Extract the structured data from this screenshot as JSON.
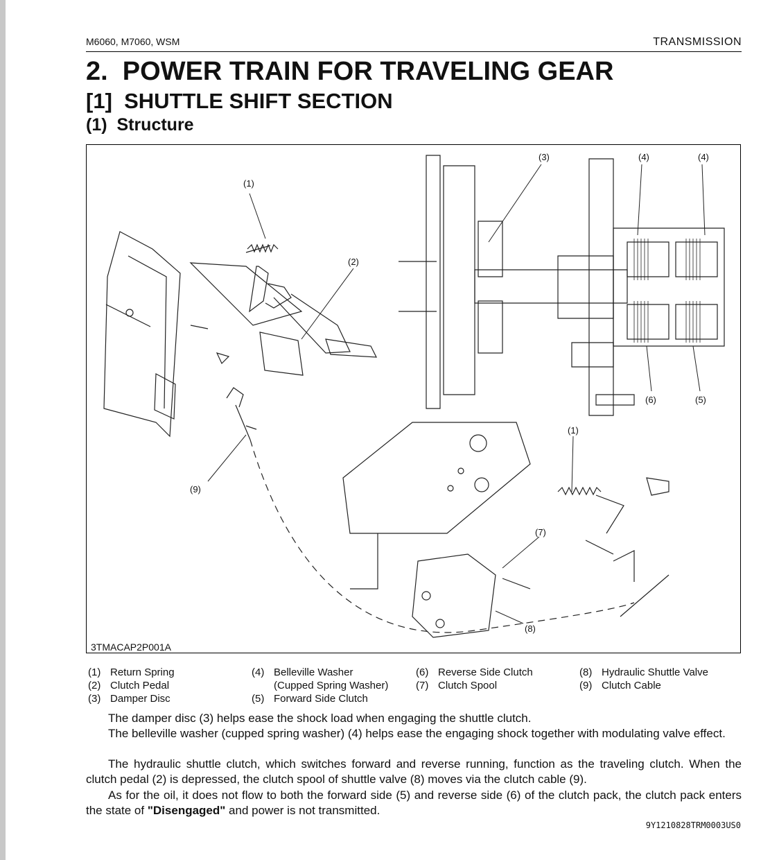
{
  "header": {
    "models": "M6060, M7060, WSM",
    "section": "TRANSMISSION"
  },
  "headings": {
    "h1": "2.  POWER TRAIN FOR TRAVELING GEAR",
    "h2": "[1]  SHUTTLE SHIFT SECTION",
    "h3": "(1)  Structure"
  },
  "figure": {
    "id": "3TMACAP2P001A",
    "callouts": {
      "c1_top": "(1)",
      "c2": "(2)",
      "c9": "(9)",
      "c3": "(3)",
      "c4a": "(4)",
      "c4b": "(4)",
      "c6": "(6)",
      "c5": "(5)",
      "c1_bottom": "(1)",
      "c7": "(7)",
      "c8": "(8)"
    }
  },
  "legend": [
    {
      "num": "(1)",
      "label": "Return Spring"
    },
    {
      "num": "(2)",
      "label": "Clutch Pedal"
    },
    {
      "num": "(3)",
      "label": "Damper Disc"
    },
    {
      "num": "(4)",
      "label": "Belleville Washer"
    },
    {
      "num": "",
      "label": "(Cupped Spring Washer)"
    },
    {
      "num": "(5)",
      "label": "Forward Side Clutch"
    },
    {
      "num": "(6)",
      "label": "Reverse Side Clutch"
    },
    {
      "num": "(7)",
      "label": "Clutch Spool"
    },
    {
      "num": "(8)",
      "label": "Hydraulic Shuttle Valve"
    },
    {
      "num": "(9)",
      "label": "Clutch Cable"
    }
  ],
  "body": {
    "p1": "The damper disc (3) helps ease the shock load when engaging the shuttle clutch.",
    "p2": "The belleville washer (cupped spring washer) (4) helps ease the engaging shock together with modulating valve effect.",
    "p3": "The hydraulic shuttle clutch, which switches forward and reverse running, function as the traveling clutch. When the clutch pedal (2) is depressed, the clutch spool of shuttle valve (8) moves via the clutch cable (9).",
    "p4_a": "As for the oil, it does not flow to both the forward side (5) and reverse side (6) of the clutch pack, the clutch pack enters the state of ",
    "p4_bold": "\"Disengaged\"",
    "p4_b": " and power is not transmitted."
  },
  "doc_code": "9Y1210828TRM0003US0"
}
